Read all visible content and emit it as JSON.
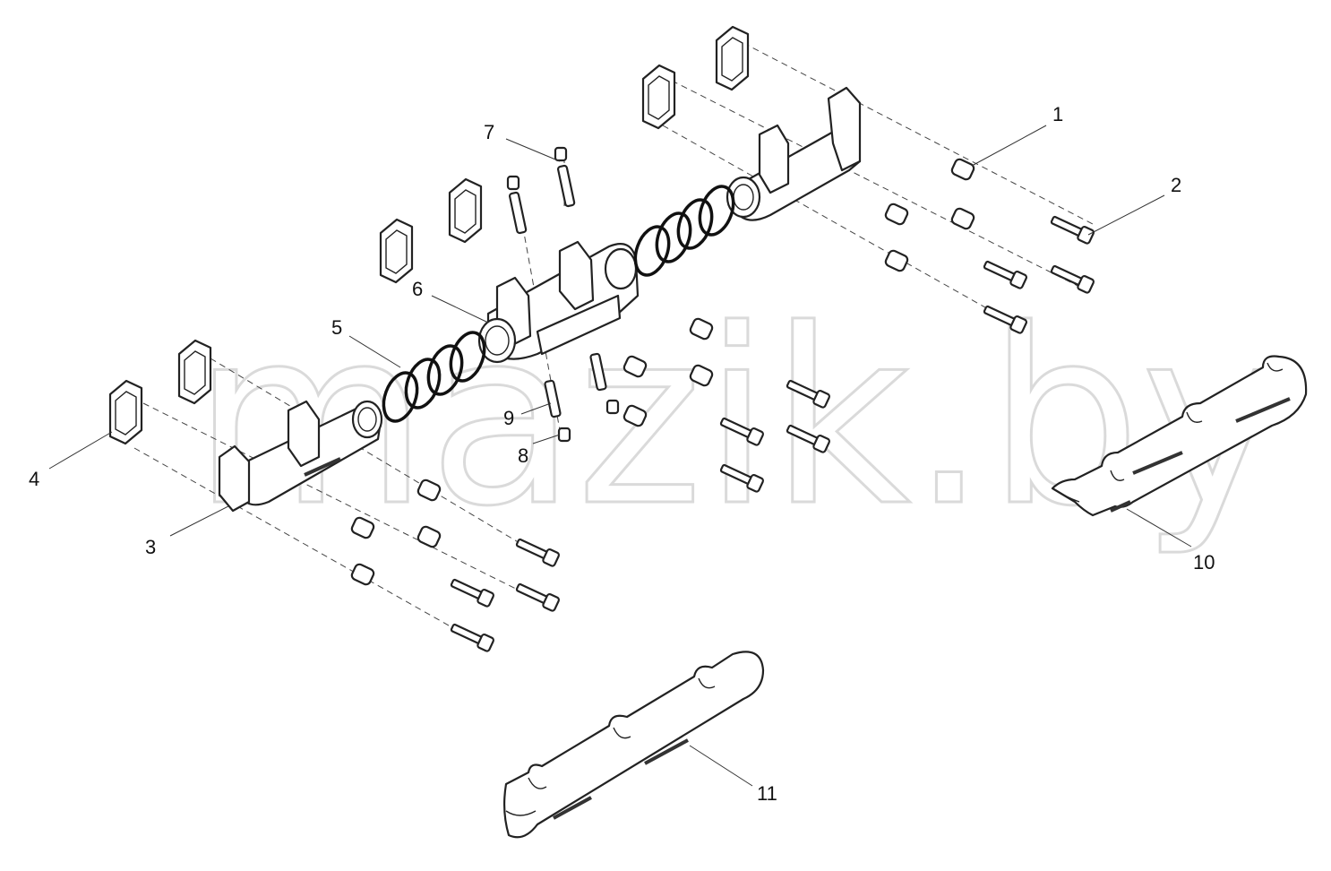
{
  "watermark": "mazik.by",
  "callouts": [
    {
      "id": "1",
      "label": "1"
    },
    {
      "id": "2",
      "label": "2"
    },
    {
      "id": "3",
      "label": "3"
    },
    {
      "id": "4",
      "label": "4"
    },
    {
      "id": "5",
      "label": "5"
    },
    {
      "id": "6",
      "label": "6"
    },
    {
      "id": "7",
      "label": "7"
    },
    {
      "id": "8",
      "label": "8"
    },
    {
      "id": "9",
      "label": "9"
    },
    {
      "id": "10",
      "label": "10"
    },
    {
      "id": "11",
      "label": "11"
    }
  ],
  "colors": {
    "line": "#222222",
    "background": "#ffffff",
    "watermark": "#bdbdbd"
  }
}
